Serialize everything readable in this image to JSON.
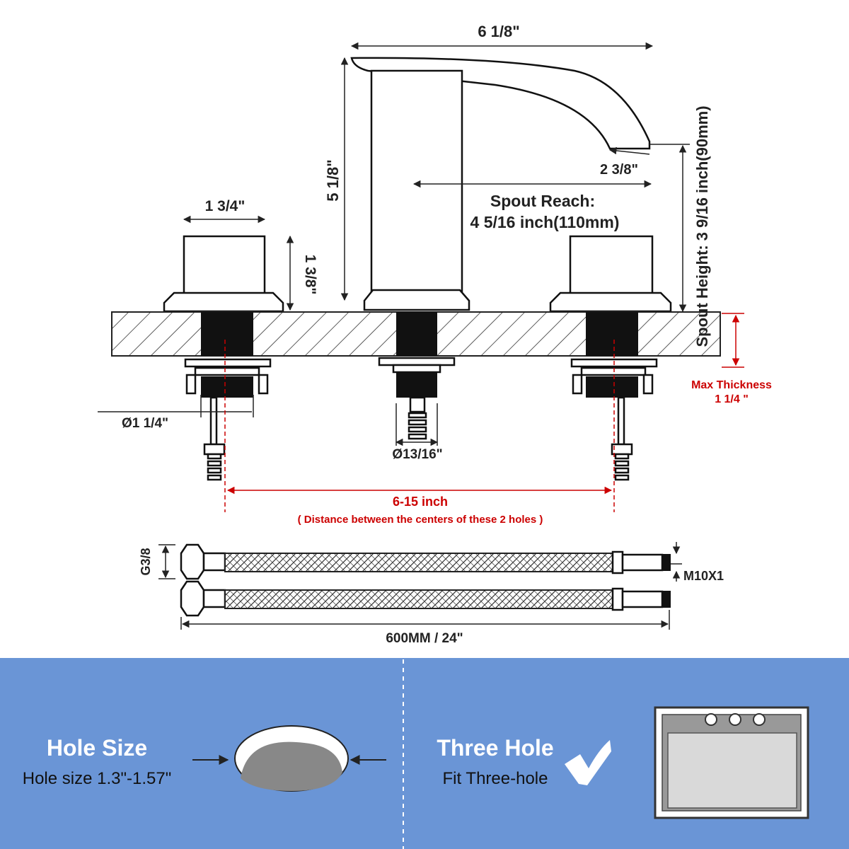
{
  "dimensions": {
    "spout_length": "6 1/8\"",
    "spout_tip": "2 3/8\"",
    "body_height": "5 1/8\"",
    "spout_reach_title": "Spout Reach:",
    "spout_reach_value": "4 5/16 inch(110mm)",
    "spout_height": "Spout Height: 3 9/16 inch(90mm)",
    "handle_width": "1 3/4\"",
    "handle_height": "1 3/8\"",
    "handle_shank": "Ø1 1/4\"",
    "spout_shank": "Ø13/16\"",
    "max_thickness_title": "Max Thickness",
    "max_thickness_value": "1 1/4 \"",
    "spread": "6-15 inch",
    "spread_note": "( Distance between the centers of these 2 holes )"
  },
  "hoses": {
    "thread_left": "G3/8",
    "thread_right": "M10X1",
    "length": "600MM / 24\""
  },
  "panels": {
    "hole_size_title": "Hole Size",
    "hole_size_text": "Hole size 1.3\"-1.57\"",
    "three_hole_title": "Three Hole",
    "three_hole_text": "Fit Three-hole"
  },
  "colors": {
    "panel_blue": "#6a95d6",
    "accent_red": "#cc0000",
    "line": "#222222"
  }
}
